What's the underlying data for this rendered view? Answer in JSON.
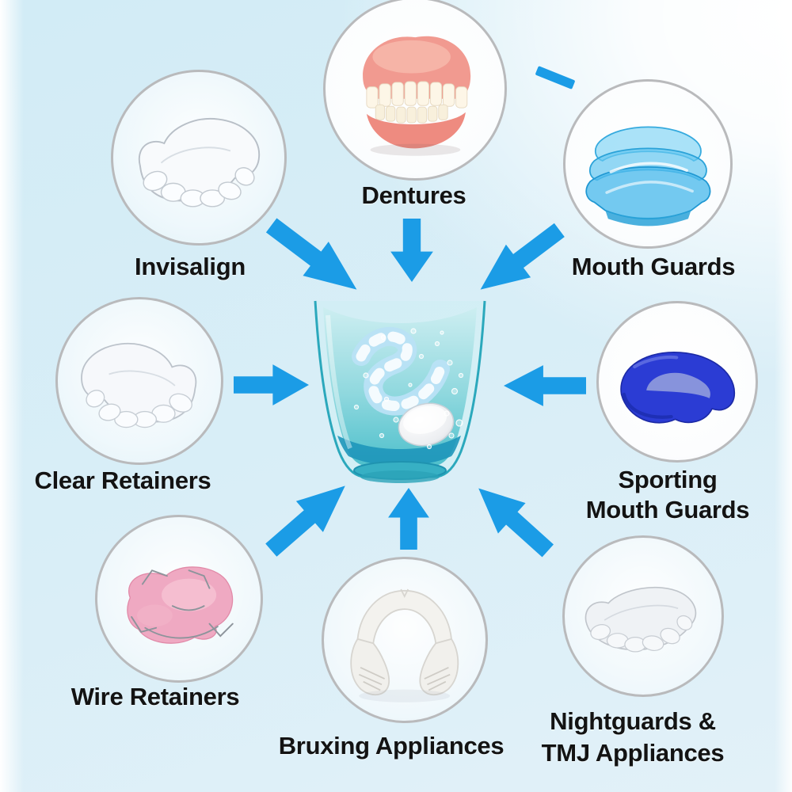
{
  "figure": {
    "type": "product-infographic",
    "subject": "dental appliance cleaning tablet in glass of water"
  },
  "colors": {
    "arrow": "#1b9ce6",
    "background_blue": "#d6edf6",
    "circle_ring": "#b9babc",
    "label_text": "#131313",
    "glass_outline": "#2ba8bc",
    "glass_water": "#7fd3da",
    "glass_bottom_band": "#1e96ba",
    "tablet": "#f2f4f6"
  },
  "center": {
    "name": "cleaning-glass",
    "contents": [
      "water",
      "clear-aligner",
      "effervescent-tablet",
      "bubbles"
    ]
  },
  "items": [
    {
      "label": "Invisalign",
      "appliance_color": "#f2f6f9"
    },
    {
      "label": "Dentures",
      "appliance_color": "#f19a90"
    },
    {
      "label": "Mouth Guards",
      "appliance_color": "#56bde9"
    },
    {
      "label": "Clear Retainers",
      "appliance_color": "#f2f6f9"
    },
    {
      "label": "Sporting",
      "label_line2": "Mouth Guards",
      "appliance_color": "#2b3cd4"
    },
    {
      "label": "Wire Retainers",
      "appliance_color": "#eea2bd"
    },
    {
      "label": "Bruxing Appliances",
      "appliance_color": "#f3f2ee"
    },
    {
      "label": "Nightguards &",
      "label_line2": "TMJ Appliances",
      "appliance_color": "#eef1f4"
    }
  ]
}
